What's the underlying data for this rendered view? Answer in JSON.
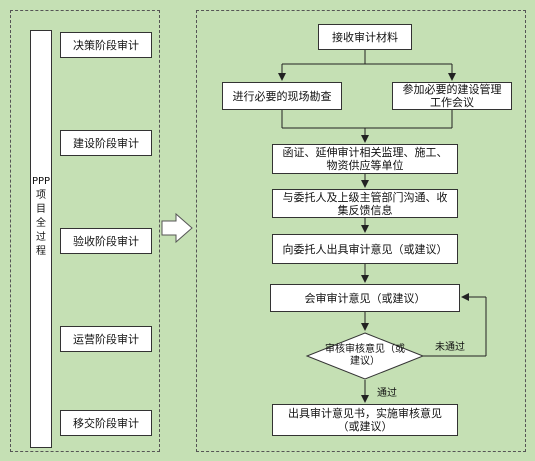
{
  "left_panel": {
    "vertical_label": "PPP项目全过程",
    "stages": [
      "决策阶段审计",
      "建设阶段审计",
      "验收阶段审计",
      "运营阶段审计",
      "移交阶段审计"
    ]
  },
  "flow": {
    "receive": "接收审计材料",
    "site_survey": "进行必要的现场勘查",
    "meeting": "参加必要的建设管理工作会议",
    "letters": "函证、延伸审计相关监理、施工、物资供应等单位",
    "communicate": "与委托人及上级主管部门沟通、收集反馈信息",
    "issue_opinion": "向委托人出具审计意见（或建议）",
    "joint_opinion": "会审审计意见（或建议）",
    "review": "审核审核意见（或建议）",
    "final": "出具审计意见书，实施审核意见（或建议）",
    "fail_label": "未通过",
    "pass_label": "通过"
  }
}
